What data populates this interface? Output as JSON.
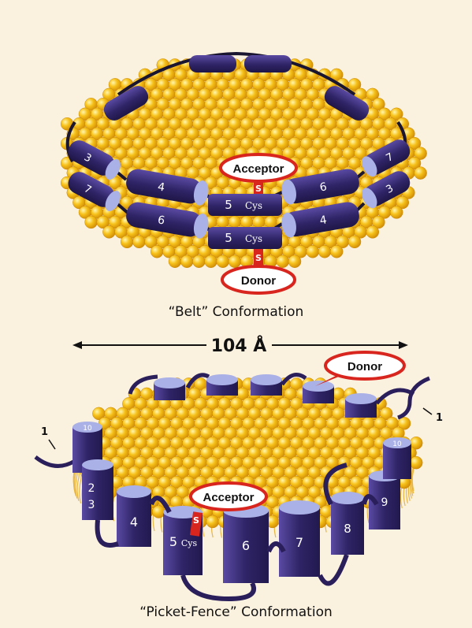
{
  "colors": {
    "background": "#fbf1df",
    "lipid_fill": "#f7c21a",
    "lipid_edge": "#d4950a",
    "helix_body": "#3b2e78",
    "helix_cap": "#aab1e6",
    "link": "#1a1530",
    "cys_red": "#d8261f"
  },
  "belt": {
    "caption": "“Belt” Conformation",
    "acceptor_label": "Acceptor",
    "donor_label": "Donor",
    "s_label": "S",
    "upper_row": [
      "3",
      "4",
      "5",
      "6",
      "7"
    ],
    "lower_row": [
      "7",
      "6",
      "5",
      "4",
      "3"
    ],
    "cys_label": "Cys"
  },
  "picket": {
    "caption": "“Picket-Fence” Conformation",
    "dimension": "104  Å",
    "donor_label": "Donor",
    "acceptor_label": "Acceptor",
    "s_label": "S",
    "cys_label": "Cys",
    "helix_numbers": [
      "10",
      "2",
      "3",
      "4",
      "5",
      "6",
      "7",
      "8",
      "9",
      "10"
    ],
    "end_labels": [
      "1",
      "1"
    ]
  }
}
